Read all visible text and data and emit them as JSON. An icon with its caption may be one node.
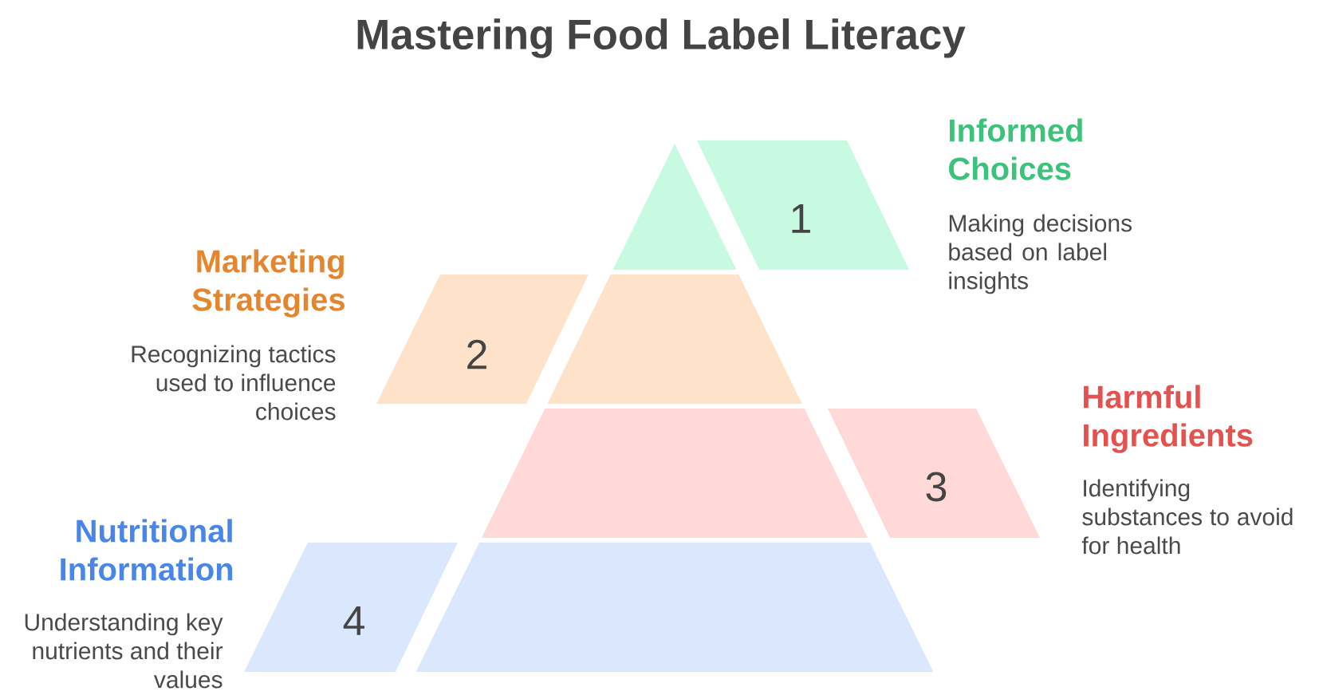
{
  "diagram": {
    "title": "Mastering Food Label Literacy",
    "nodes": [
      {
        "text": [],
        "shape": "triangle"
      },
      {
        "text": [
          "1"
        ],
        "beside": [
          "Informed Choices",
          "Making decisions based on label insights"
        ]
      },
      {
        "text": [
          "2"
        ],
        "beside": [
          "Marketing Strategies",
          "Recognizing tactics used to influence choices"
        ]
      },
      {
        "text": [],
        "shape": "trapezoid"
      },
      {
        "text": [],
        "shape": "trapezoid"
      },
      {
        "text": [
          "3"
        ],
        "beside": [
          "Harmful Ingredients",
          "Identifying substances to avoid for health"
        ]
      },
      {
        "text": [
          "4"
        ],
        "beside": [
          "Nutritional Information",
          "Understanding key nutrients and their values"
        ]
      },
      {
        "text": [],
        "shape": "trapezoid"
      }
    ]
  }
}
